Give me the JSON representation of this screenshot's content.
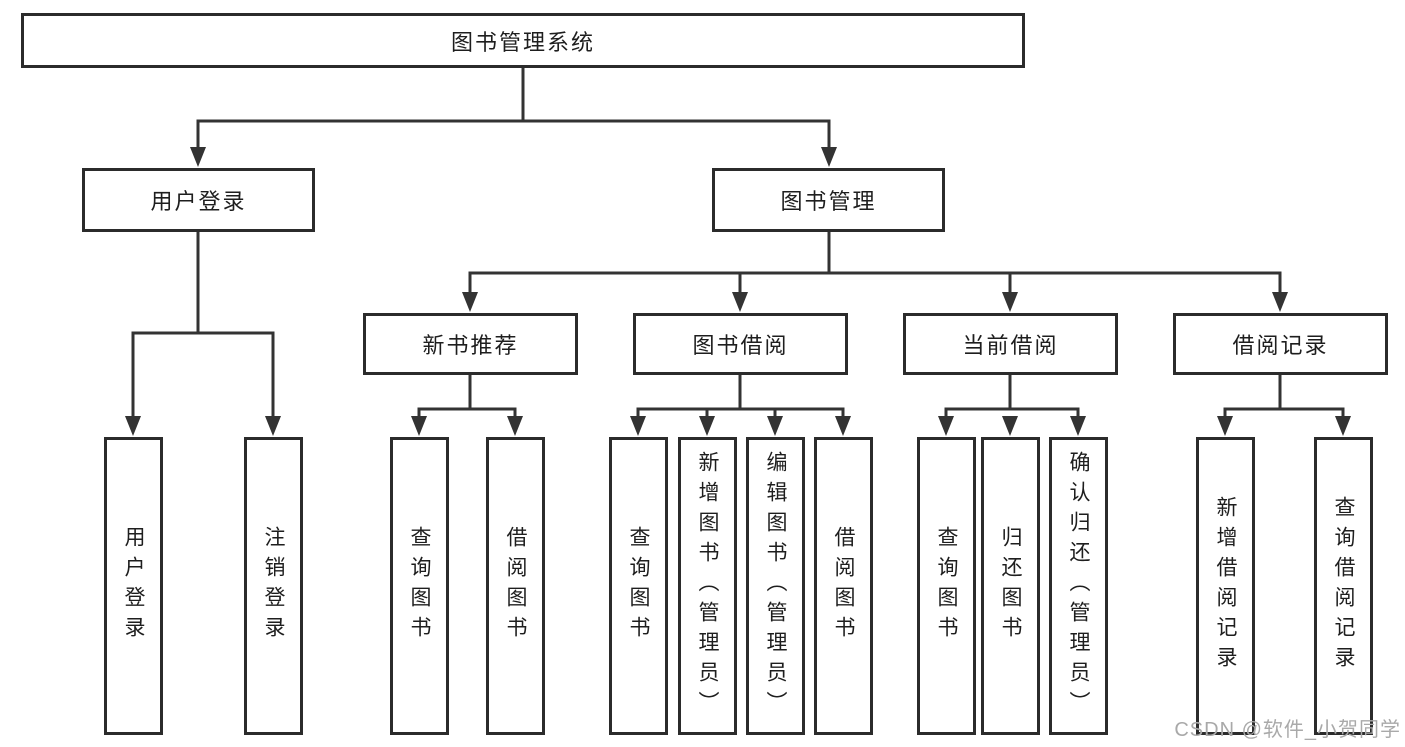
{
  "tree": {
    "root": "图书管理系统",
    "user": {
      "label": "用户登录",
      "leaves": [
        "用户登录",
        "注销登录"
      ]
    },
    "mgmt": {
      "label": "图书管理",
      "groups": [
        {
          "label": "新书推荐",
          "leaves": [
            "查询图书",
            "借阅图书"
          ]
        },
        {
          "label": "图书借阅",
          "leaves": [
            "查询图书",
            "新增图书（管理员）",
            "编辑图书（管理员）",
            "借阅图书"
          ]
        },
        {
          "label": "当前借阅",
          "leaves": [
            "查询图书",
            "归还图书",
            "确认归还（管理员）"
          ]
        },
        {
          "label": "借阅记录",
          "leaves": [
            "新增借阅记录",
            "查询借阅记录"
          ]
        }
      ]
    }
  },
  "watermark": "CSDN @软件_小贺同学",
  "colors": {
    "line": "#333333",
    "box_border": "#2b2b2b",
    "text": "#1e1e1e",
    "watermark": "#a9a9a9",
    "background": "#ffffff"
  }
}
